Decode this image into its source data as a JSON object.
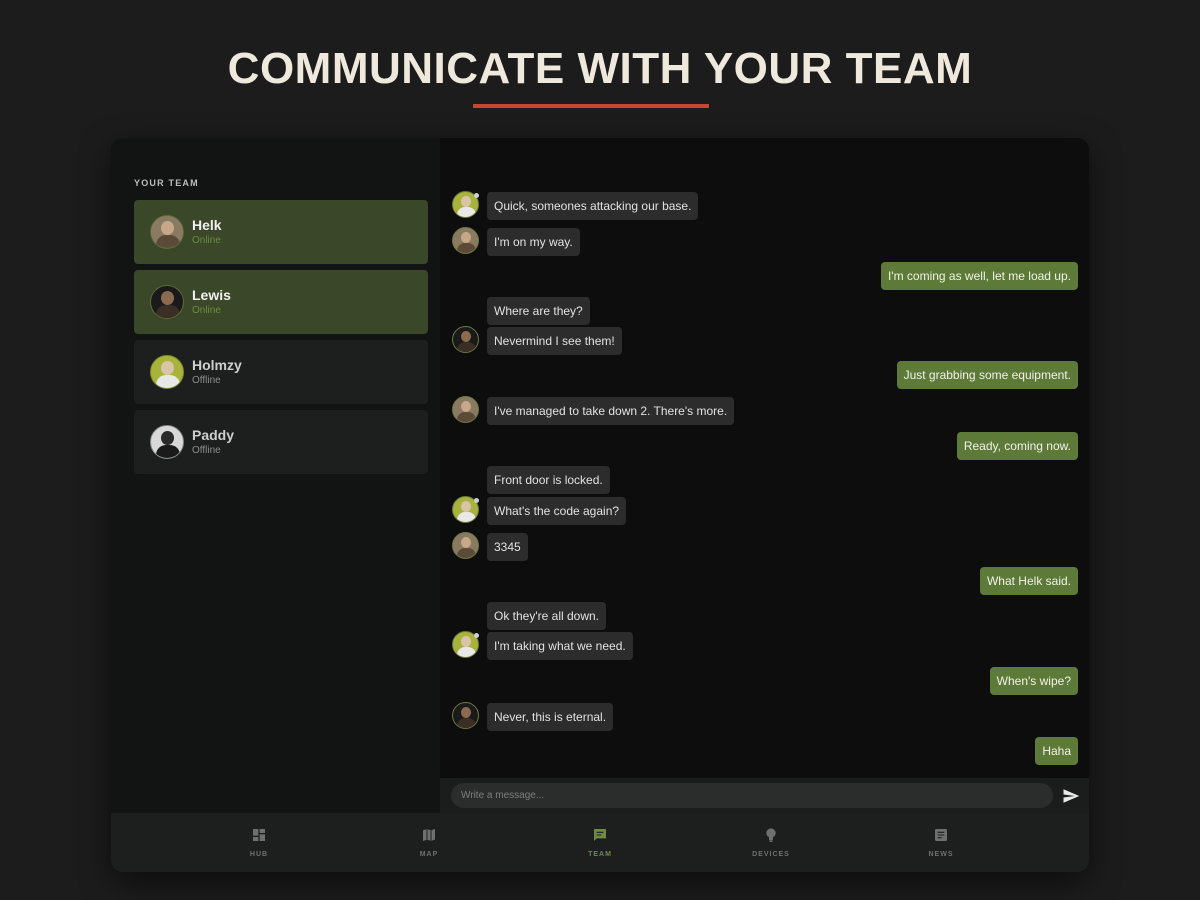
{
  "headline": "COMMUNICATE WITH YOUR TEAM",
  "colors": {
    "accent_red": "#c9452f",
    "online_card": "#3a4728",
    "outgoing_bubble": "#5e7a38",
    "active_nav": "#6f8a45"
  },
  "sidebar": {
    "heading": "YOUR TEAM",
    "members": [
      {
        "name": "Helk",
        "status": "Online"
      },
      {
        "name": "Lewis",
        "status": "Online"
      },
      {
        "name": "Holmzy",
        "status": "Offline"
      },
      {
        "name": "Paddy",
        "status": "Offline"
      }
    ]
  },
  "messages": [
    {
      "dir": "in",
      "text": "Quick, someones attacking our base.",
      "avatar": "holmzy"
    },
    {
      "dir": "in",
      "text": "I'm on my way.",
      "avatar": "helk"
    },
    {
      "dir": "out",
      "text": "I'm coming as well, let me load up."
    },
    {
      "dir": "in",
      "text": "Where are they?",
      "avatar": ""
    },
    {
      "dir": "in",
      "text": "Nevermind I see them!",
      "avatar": "lewis"
    },
    {
      "dir": "out",
      "text": "Just grabbing some equipment."
    },
    {
      "dir": "in",
      "text": "I've managed to take down 2. There's more.",
      "avatar": "helk"
    },
    {
      "dir": "out",
      "text": "Ready, coming now."
    },
    {
      "dir": "in",
      "text": "Front door is locked.",
      "avatar": ""
    },
    {
      "dir": "in",
      "text": "What's the code again?",
      "avatar": "holmzy"
    },
    {
      "dir": "in",
      "text": "3345",
      "avatar": "helk"
    },
    {
      "dir": "out",
      "text": "What Helk said."
    },
    {
      "dir": "in",
      "text": "Ok they're all down.",
      "avatar": ""
    },
    {
      "dir": "in",
      "text": "I'm taking what we need.",
      "avatar": "holmzy"
    },
    {
      "dir": "out",
      "text": "When's wipe?"
    },
    {
      "dir": "in",
      "text": "Never, this is eternal.",
      "avatar": "lewis"
    },
    {
      "dir": "out",
      "text": "Haha"
    }
  ],
  "composer": {
    "placeholder": "Write a message...",
    "send_icon": "send-icon"
  },
  "nav": [
    {
      "label": "HUB",
      "icon": "hub-icon",
      "active": false
    },
    {
      "label": "MAP",
      "icon": "map-icon",
      "active": false
    },
    {
      "label": "TEAM",
      "icon": "chat-icon",
      "active": true
    },
    {
      "label": "DEVICES",
      "icon": "lightbulb-icon",
      "active": false
    },
    {
      "label": "NEWS",
      "icon": "news-icon",
      "active": false
    }
  ]
}
